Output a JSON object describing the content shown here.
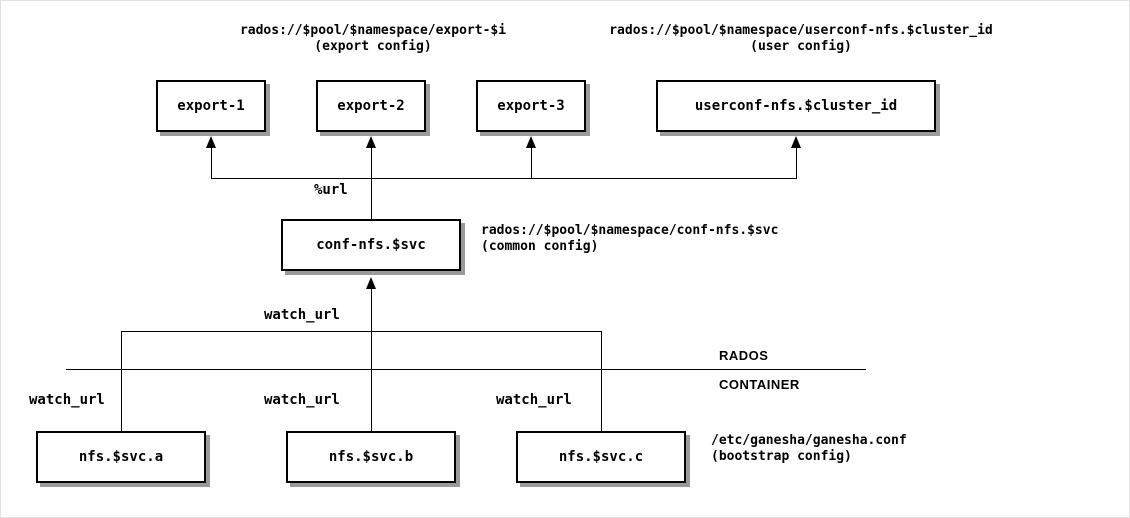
{
  "diagram": {
    "top_labels": {
      "export_path": "rados://$pool/$namespace/export-$i",
      "export_caption": "(export config)",
      "user_path": "rados://$pool/$namespace/userconf-nfs.$cluster_id",
      "user_caption": "(user config)"
    },
    "boxes": {
      "export1": "export-1",
      "export2": "export-2",
      "export3": "export-3",
      "userconf": "userconf-nfs.$cluster_id",
      "conf": "conf-nfs.$svc",
      "daemon_a": "nfs.$svc.a",
      "daemon_b": "nfs.$svc.b",
      "daemon_c": "nfs.$svc.c"
    },
    "edge_labels": {
      "url": "%url",
      "watch_url_top": "watch_url",
      "watch_url_a": "watch_url",
      "watch_url_b": "watch_url",
      "watch_url_c": "watch_url"
    },
    "side_labels": {
      "common_path": "rados://$pool/$namespace/conf-nfs.$svc",
      "common_caption": "(common config)",
      "bootstrap_path": "/etc/ganesha/ganesha.conf",
      "bootstrap_caption": "(bootstrap config)"
    },
    "zones": {
      "rados": "RADOS",
      "container": "CONTAINER"
    },
    "colors": {
      "line": "#000000",
      "box_border": "#000000",
      "box_shadow": "#9a9a9a",
      "background": "#ffffff",
      "text": "#000000"
    }
  }
}
